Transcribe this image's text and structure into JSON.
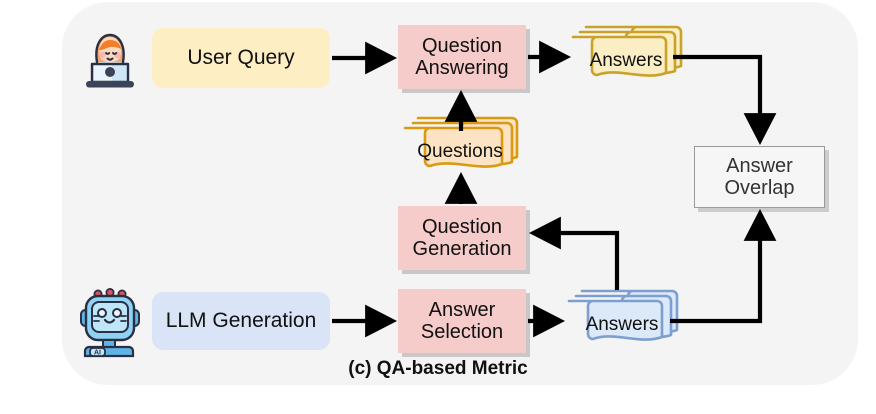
{
  "figure": {
    "caption": "(c) QA-based Metric",
    "background": "#f4f4f4"
  },
  "icons": {
    "user": "user-laptop-icon",
    "robot": "ai-robot-icon",
    "robot_badge": "AI"
  },
  "nodes": {
    "user_query": {
      "label": "User Query",
      "color": "#fdeec3"
    },
    "llm_generation": {
      "label": "LLM Generation",
      "color": "#d9e5f7"
    },
    "question_answering": {
      "line1": "Question",
      "line2": "Answering",
      "color": "#f6cccb"
    },
    "question_generation": {
      "line1": "Question",
      "line2": "Generation",
      "color": "#f6cccb"
    },
    "answer_selection": {
      "line1": "Answer",
      "line2": "Selection",
      "color": "#f6cccb"
    },
    "answer_overlap": {
      "line1": "Answer",
      "line2": "Overlap",
      "color": "#f6f6f6",
      "border": "#9a9a9a"
    },
    "questions_stack": {
      "label": "Questions",
      "fill": "#fce3c4",
      "stroke": "#d99a12"
    },
    "answers_top_stack": {
      "label": "Answers",
      "fill": "#fbeec4",
      "stroke": "#c9a227"
    },
    "answers_bottom_stack": {
      "label": "Answers",
      "fill": "#dce9f8",
      "stroke": "#7c9fd0"
    }
  },
  "edges": [
    {
      "name": "user-query-to-question-answering",
      "from": "User Query",
      "to": "Question Answering"
    },
    {
      "name": "question-answering-to-answers-top",
      "from": "Question Answering",
      "to": "Answers"
    },
    {
      "name": "questions-to-question-answering",
      "from": "Questions",
      "to": "Question Answering"
    },
    {
      "name": "question-generation-to-questions",
      "from": "Question Generation",
      "to": "Questions"
    },
    {
      "name": "answers-bottom-to-question-generation",
      "from": "Answers",
      "to": "Question Generation"
    },
    {
      "name": "llm-generation-to-answer-selection",
      "from": "LLM Generation",
      "to": "Answer Selection"
    },
    {
      "name": "answer-selection-to-answers-bottom",
      "from": "Answer Selection",
      "to": "Answers"
    },
    {
      "name": "answers-top-to-answer-overlap",
      "from": "Answers",
      "to": "Answer Overlap"
    },
    {
      "name": "answers-bottom-to-answer-overlap",
      "from": "Answers",
      "to": "Answer Overlap"
    }
  ]
}
